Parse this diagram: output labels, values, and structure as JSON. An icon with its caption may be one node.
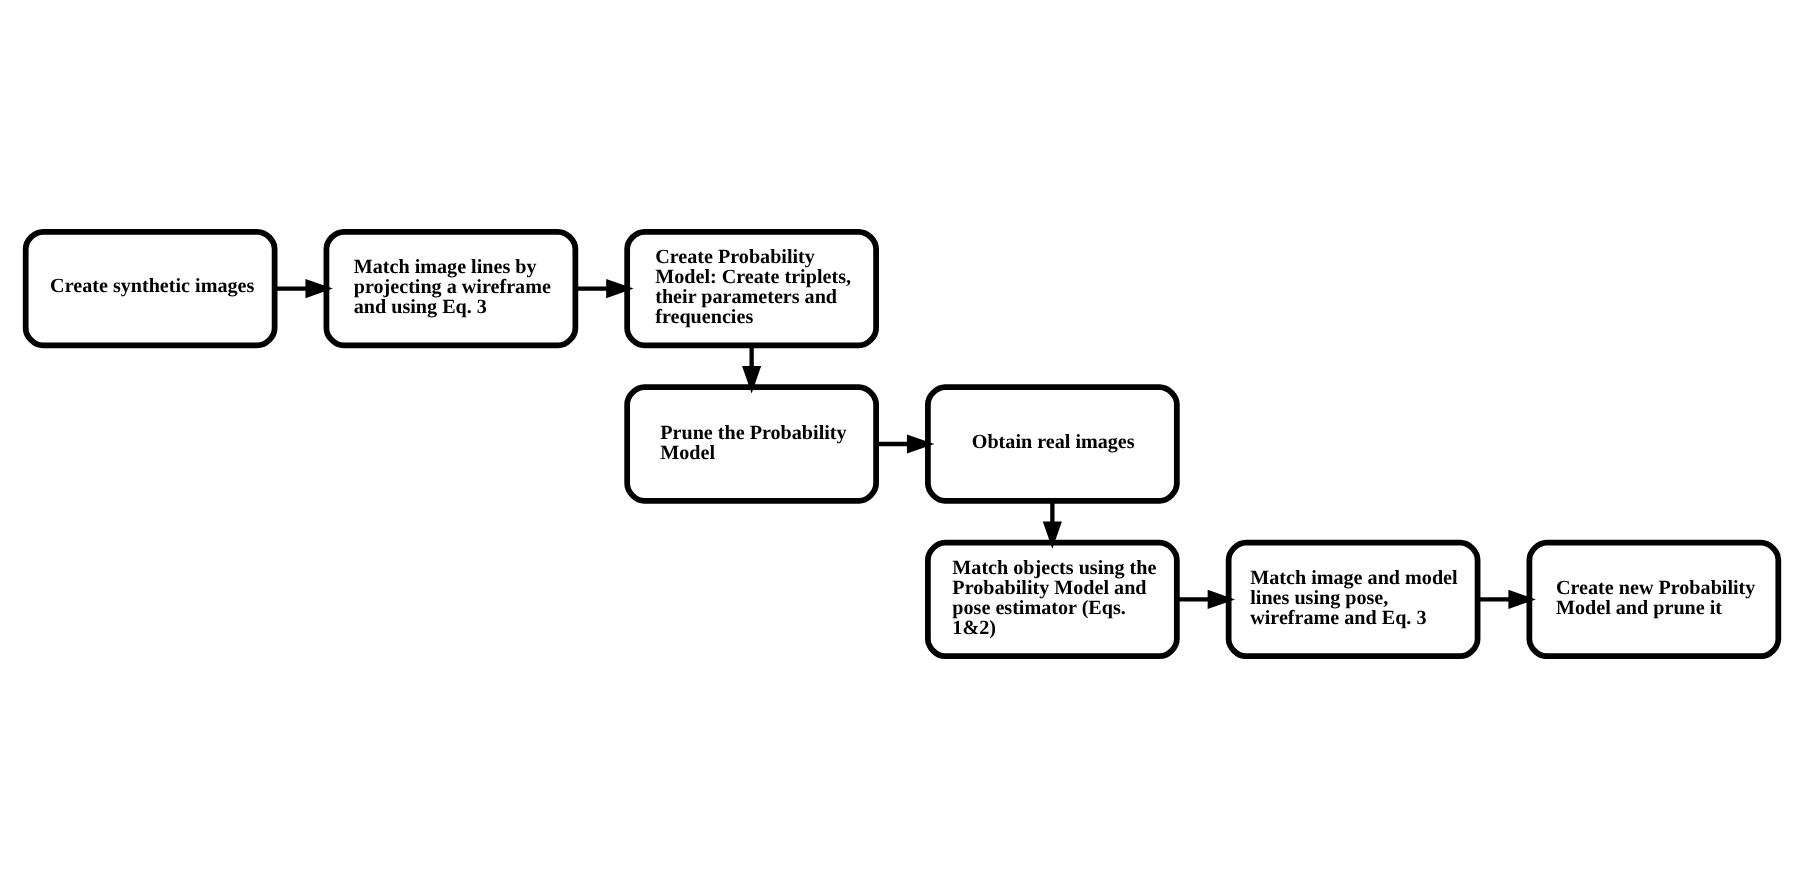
{
  "diagram": {
    "nodes": [
      {
        "text": [
          "Create synthetic images"
        ]
      },
      {
        "text": [
          "Match image lines by projecting a wireframe and using Eq. 3"
        ]
      },
      {
        "text": [
          "Create Probability Model: Create triplets, their parameters and frequencies"
        ]
      },
      {
        "text": [
          "Prune the Probability Model"
        ]
      },
      {
        "text": [
          "Obtain real images"
        ]
      },
      {
        "text": [
          "Match objects using the Probability Model and pose estimator (Eqs. 1&2)"
        ]
      },
      {
        "text": [
          "Match image and model lines using pose, wireframe and Eq. 3"
        ]
      },
      {
        "text": [
          "Create new Probability Model and prune it"
        ]
      }
    ],
    "edges": [
      {
        "from": 0,
        "to": 1,
        "arrow": "to"
      },
      {
        "from": 1,
        "to": 2,
        "arrow": "to"
      },
      {
        "from": 2,
        "to": 3,
        "arrow": "to"
      },
      {
        "from": 3,
        "to": 4,
        "arrow": "to"
      },
      {
        "from": 4,
        "to": 5,
        "arrow": "to"
      },
      {
        "from": 5,
        "to": 6,
        "arrow": "to"
      },
      {
        "from": 6,
        "to": 7,
        "arrow": "to"
      }
    ]
  }
}
